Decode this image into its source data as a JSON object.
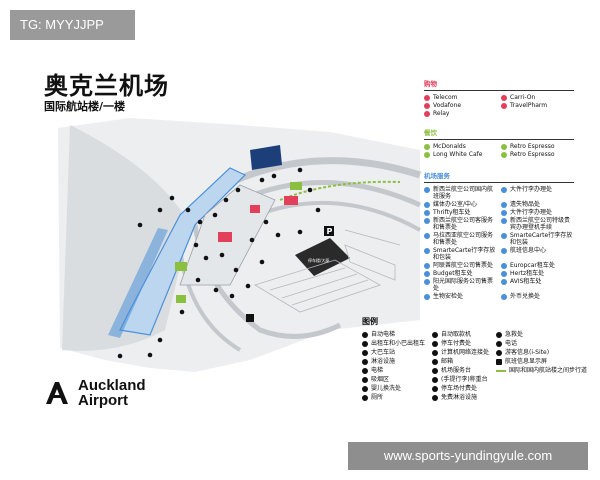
{
  "tag": "TG: MYYJJPP",
  "title": "奥克兰机场",
  "subtitle": "国际航站楼/一楼",
  "logo": {
    "line1": "Auckland",
    "line2": "Airport"
  },
  "watermark": "www.sports-yundingyule.com",
  "map_labels": {
    "carpark": "P",
    "block": "停车楼/大厦"
  },
  "colors": {
    "red": "#e2405a",
    "green": "#8bbf3f",
    "blue": "#4a90d9",
    "navy": "#1c3f7a",
    "gray": "#cfd3d6"
  },
  "panels": [
    {
      "header": "购物",
      "color": "#e2405a",
      "items": [
        {
          "n": "",
          "t": "Telecom"
        },
        {
          "n": "",
          "t": "Carri-On"
        },
        {
          "n": "",
          "t": "Vodafone"
        },
        {
          "n": "",
          "t": "TravelPharm"
        },
        {
          "n": "",
          "t": "Relay"
        }
      ]
    },
    {
      "header": "餐饮",
      "color": "#8bbf3f",
      "items": [
        {
          "n": "",
          "t": "McDonalds"
        },
        {
          "n": "",
          "t": "Retro Espresso"
        },
        {
          "n": "",
          "t": "Long White Cafe"
        },
        {
          "n": "",
          "t": "Retro Espresso"
        }
      ]
    },
    {
      "header": "机场服务",
      "color": "#4a90d9",
      "items": [
        {
          "n": "",
          "t": "新西兰航空公司国内航班服务"
        },
        {
          "n": "",
          "t": "大件行李办理处"
        },
        {
          "n": "",
          "t": "媒体办公室/中心"
        },
        {
          "n": "",
          "t": "遗失物品处"
        },
        {
          "n": "",
          "t": "Thrifty租车处"
        },
        {
          "n": "",
          "t": "大件行李办理处"
        },
        {
          "n": "",
          "t": "新西兰航空公司客服务和售票处"
        },
        {
          "n": "",
          "t": "新西兰航空公司特级贵宾办理登机手续"
        },
        {
          "n": "",
          "t": "马拉西亚航空公司服务和售票处"
        },
        {
          "n": "",
          "t": "SmarteCarte行李存放和包装"
        },
        {
          "n": "",
          "t": "SmarteCarte行李存放和包装"
        },
        {
          "n": "",
          "t": "航班信息中心"
        },
        {
          "n": "",
          "t": "阿联酋航空公司售票处"
        },
        {
          "n": "",
          "t": "Europcar租车处"
        },
        {
          "n": "",
          "t": "Budget租车处"
        },
        {
          "n": "",
          "t": "Hertz租车处"
        },
        {
          "n": "",
          "t": "阳光国际服务公司售票处"
        },
        {
          "n": "",
          "t": "AVIS租车处"
        },
        {
          "n": "",
          "t": "生物安检处"
        },
        {
          "n": "",
          "t": "外币兑换处"
        }
      ]
    }
  ],
  "legend": {
    "header": "图例",
    "items": [
      {
        "t": "自动电梯",
        "s": "circle"
      },
      {
        "t": "自动取款机",
        "s": "circle"
      },
      {
        "t": "急救处",
        "s": "circle"
      },
      {
        "t": "出租车和小巴出租车",
        "s": "circle"
      },
      {
        "t": "停车付费处",
        "s": "circle"
      },
      {
        "t": "电话",
        "s": "circle"
      },
      {
        "t": "大巴车站",
        "s": "circle"
      },
      {
        "t": "计算机网络连接处",
        "s": "circle"
      },
      {
        "t": "游客信息(i-Site)",
        "s": "circle"
      },
      {
        "t": "淋浴设施",
        "s": "circle"
      },
      {
        "t": "邮箱",
        "s": "circle"
      },
      {
        "t": "航班信息显示屏",
        "s": "square"
      },
      {
        "t": "电梯",
        "s": "circle"
      },
      {
        "t": "机场服务台",
        "s": "circle"
      },
      {
        "t": "国际和国内航站楼之间步行道",
        "s": "line"
      },
      {
        "t": "吸烟区",
        "s": "circle"
      },
      {
        "t": "(手提行李)称重台",
        "s": "circle"
      },
      {
        "t": "",
        "s": "none"
      },
      {
        "t": "婴儿换洗处",
        "s": "circle"
      },
      {
        "t": "停车场付费处",
        "s": "circle"
      },
      {
        "t": "",
        "s": "none"
      },
      {
        "t": "厕所",
        "s": "circle"
      },
      {
        "t": "免费淋浴设施",
        "s": "circle"
      },
      {
        "t": "",
        "s": "none"
      }
    ]
  }
}
